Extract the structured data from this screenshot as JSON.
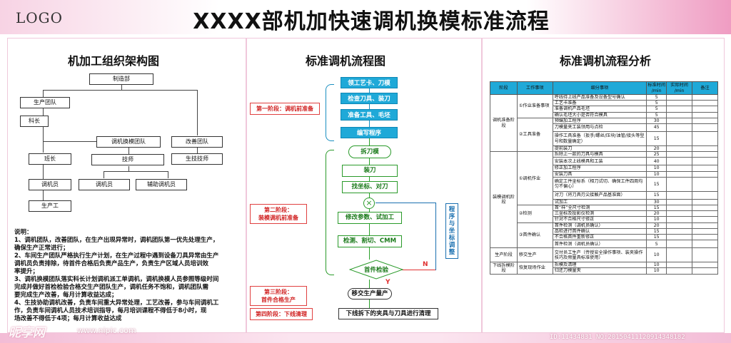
{
  "header": {
    "logo": "LOGO",
    "title": "XXXX部机加快速调机换模标准流程"
  },
  "org": {
    "title": "机加工组织架构图",
    "boxes": {
      "zhizao": "制造部",
      "shengchan_tuandui": "生产团队",
      "kezhang": "科长",
      "huanmo_tuandui": "调机换模团队",
      "gaishan_tuandui": "改善团队",
      "banzhang": "班长",
      "jishi": "技师",
      "shengji_jishi": "生技技师",
      "tiaojiyuan1": "调机员",
      "tiaojiyuan2": "调机员",
      "fuzhu": "辅助调机员",
      "shengchangong": "生产工"
    },
    "notes_title": "说明：",
    "notes": [
      "1、调机团队，改善团队，在生产出现异常时，调机团队第一优先处理生产，",
      "    确保生产正常进行；",
      "2、车间生产团队严格执行生产计划，在生产过程中遇到设备刀具异常由生产",
      "    调机员负责排除，待首件合格后负责产品生产，负责生产区域人员培训效",
      "    率提升；",
      "3、调机换模团队落实科长计划调机派工单调机，调机换模人员参照等级时间",
      "    完成并做好首检检验合格交生产团队生产，调机任务不饱和，调机团队需",
      "    要完成生产改善，每月计算收益达成；",
      "4、生技协助调机改善，负责车间重大异常处理，工艺改善，参与车间调机工",
      "    作，负责车间调机人员技术培训指导，每月培训课程不得低于8小时，现",
      "    场改善不得低于4项；每月计算收益达成"
    ]
  },
  "flow": {
    "title": "标准调机流程图",
    "steps": {
      "s1": "领工艺卡、刀模",
      "s2": "检查刀具、装刀",
      "s3": "准备工具、毛坯",
      "s4": "编写程序",
      "s5": "拆刀模",
      "s6": "装刀",
      "s7": "找坐标、对刀",
      "s8": "修改参数、试加工",
      "s9": "检测、割切、CMM",
      "s10": "首件检验",
      "s11": "移交生产量产",
      "s12": "下线拆下的夹具与刀具进行清理"
    },
    "stages": {
      "st1": "第一阶段：调机前准备",
      "st2_line1": "第二阶段：",
      "st2_line2": "装模调机前准备",
      "st3_line1": "第三阶段：",
      "st3_line2": "首件合格生产",
      "st4": "第四阶段：下线清理"
    },
    "side_label": "程序与坐标调整",
    "yes_label": "Y",
    "no_label": "N"
  },
  "analysis": {
    "title": "标准调机流程分析",
    "headers": {
      "stage": "阶段",
      "item": "工作事项",
      "detail": "细分事项",
      "std_time_1": "标准时间",
      "std_time_2": "/min",
      "act_time_1": "实际时间",
      "act_time_2": "/min",
      "remark": "备注"
    },
    "stages": {
      "prep": "调机准备阶段",
      "install": "装模调机阶段",
      "production": "生产阶段",
      "teardown": "下线拆模阶段"
    },
    "items": {
      "i1": "①作业准备事项",
      "i2": "②工具准备",
      "i3": "①调机作业",
      "i4": "②检测",
      "i5": "③首件确认",
      "i6": "移交生产",
      "i7": "恢复现场作业"
    },
    "rows": [
      [
        "呼线待上线产品准备及设备型号确认",
        "5"
      ],
      [
        "工艺卡准备",
        "5"
      ],
      [
        "准备调机产品毛坯",
        "5"
      ],
      [
        "确认毛坯大小是否符合模具",
        "5"
      ],
      [
        "预编加工程序",
        "30"
      ],
      [
        "刀模量夹工装领用与点检",
        "45"
      ],
      [
        "操作工具准备（扳手/螺丝/压块/油管/接头等型号和数量确定）",
        "15"
      ],
      [
        "提前装刀",
        "20"
      ],
      [
        "拆除上一款的刀具与模具",
        "25"
      ],
      [
        "安装本次上线模具和工装",
        "40"
      ],
      [
        "修正加工程序",
        "10"
      ],
      [
        "安装刀具",
        "10"
      ],
      [
        "确定工件坐标系（相刀试切、确保工件四周均匀不偏心）",
        "15"
      ],
      [
        "对刀（将刀具刃尖接触产品基准面）",
        "15"
      ],
      [
        "试加工",
        "30"
      ],
      [
        "首“样”全尺寸检测",
        "15"
      ],
      [
        "三坐标及投影仪检测",
        "20"
      ],
      [
        "针对不合格尺寸修正",
        "10"
      ],
      [
        "首件检测（调机员确认）",
        "20"
      ],
      [
        "品检进行首件确认",
        "15"
      ],
      [
        "不合格首件重新修正",
        "15"
      ],
      [
        "首件检测（调机员确认）",
        "5"
      ],
      [
        "交付员工生产（传授安全操作事项、装夹操作技巧及频量具标准使用）",
        "10"
      ],
      [
        "拆模及清理",
        "10"
      ],
      [
        "归还刀模量夹",
        "10"
      ]
    ]
  },
  "watermark": {
    "brand": "昵享网",
    "url": "www.nipic.com",
    "id": "ID:11434831 NO:20150411120914348182"
  }
}
